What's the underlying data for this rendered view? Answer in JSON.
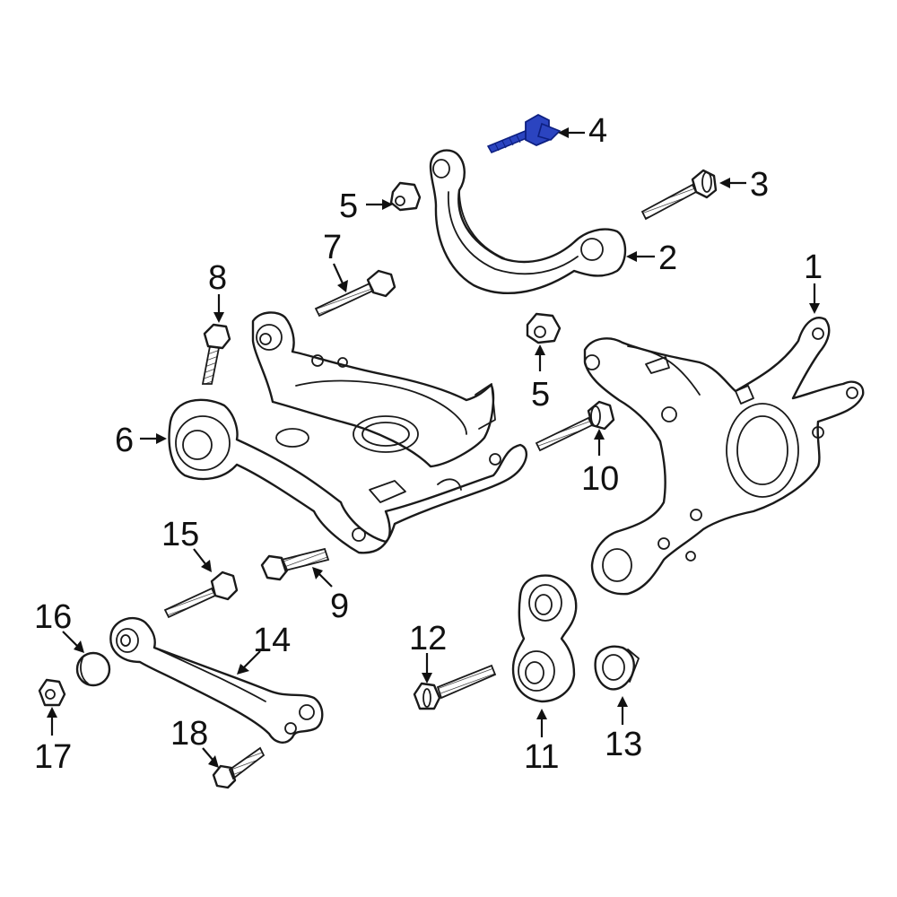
{
  "colors": {
    "line": "#1a1a1a",
    "highlight": "#2b44c0",
    "highlight_outline": "#0d1f80",
    "background": "#ffffff"
  },
  "callouts": {
    "c1": "1",
    "c2": "2",
    "c3": "3",
    "c4": "4",
    "c5a": "5",
    "c5b": "5",
    "c6": "6",
    "c7": "7",
    "c8": "8",
    "c9": "9",
    "c10": "10",
    "c11": "11",
    "c12": "12",
    "c13": "13",
    "c14": "14",
    "c15": "15",
    "c16": "16",
    "c17": "17",
    "c18": "18"
  }
}
